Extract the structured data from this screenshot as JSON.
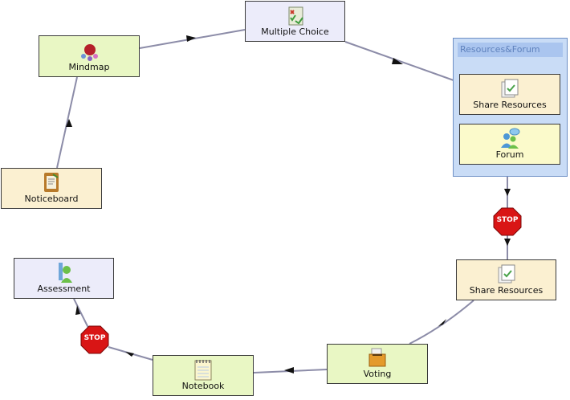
{
  "nodes": {
    "multiple_choice": {
      "label": "Multiple Choice",
      "icon": "multiple-choice-icon"
    },
    "mindmap": {
      "label": "Mindmap",
      "icon": "mindmap-icon"
    },
    "noticeboard": {
      "label": "Noticeboard",
      "icon": "noticeboard-icon"
    },
    "assessment": {
      "label": "Assessment",
      "icon": "assessment-icon"
    },
    "notebook": {
      "label": "Notebook",
      "icon": "notebook-icon"
    },
    "voting": {
      "label": "Voting",
      "icon": "voting-icon"
    },
    "share_resources": {
      "label": "Share Resources",
      "icon": "share-resources-icon"
    }
  },
  "group": {
    "title": "Resources&Forum",
    "children": [
      {
        "label": "Share Resources",
        "icon": "share-resources-icon"
      },
      {
        "label": "Forum",
        "icon": "forum-icon"
      }
    ]
  },
  "stops": {
    "label": "STOP"
  },
  "colors": {
    "activity_green": "#e9f7c4",
    "activity_cream": "#fbf0d1",
    "activity_lilac": "#ececfa",
    "group_fill": "#c9dcf6",
    "connector": "#8c8ca8",
    "stop_red": "#d91515"
  }
}
